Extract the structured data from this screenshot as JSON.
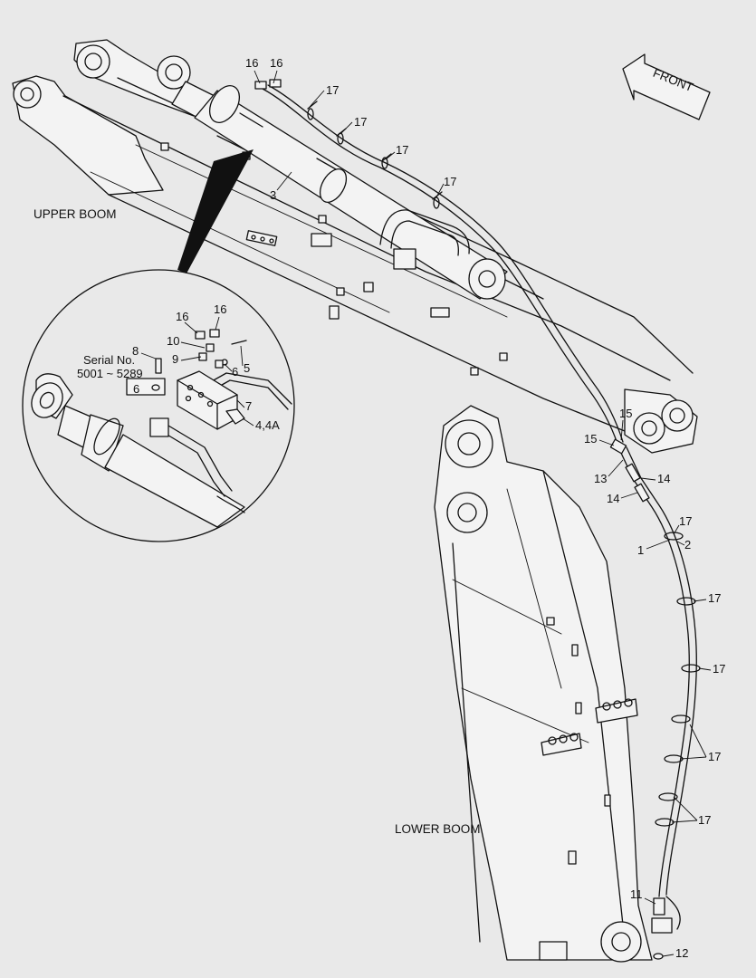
{
  "labels": {
    "front": "FRONT",
    "upper_boom": "UPPER BOOM",
    "lower_boom": "LOWER BOOM",
    "serial_line1": "Serial No.",
    "serial_line2": "5001 ~ 5289"
  },
  "callouts": {
    "c1": "1",
    "c2": "2",
    "c3": "3",
    "c4": "4,4A",
    "c5": "5",
    "c6a": "6",
    "c6b": "6",
    "c7": "7",
    "c8": "8",
    "c9": "9",
    "c10": "10",
    "c11": "11",
    "c12": "12",
    "c13": "13",
    "c14a": "14",
    "c14b": "14",
    "c15a": "15",
    "c15b": "15",
    "c16a": "16",
    "c16b": "16",
    "c16c": "16",
    "c17a": "17",
    "c17b": "17",
    "c17c": "17",
    "c17d": "17",
    "c17e": "17",
    "c17f": "17",
    "c17g": "17",
    "c17h": "17",
    "c17i": "17"
  }
}
